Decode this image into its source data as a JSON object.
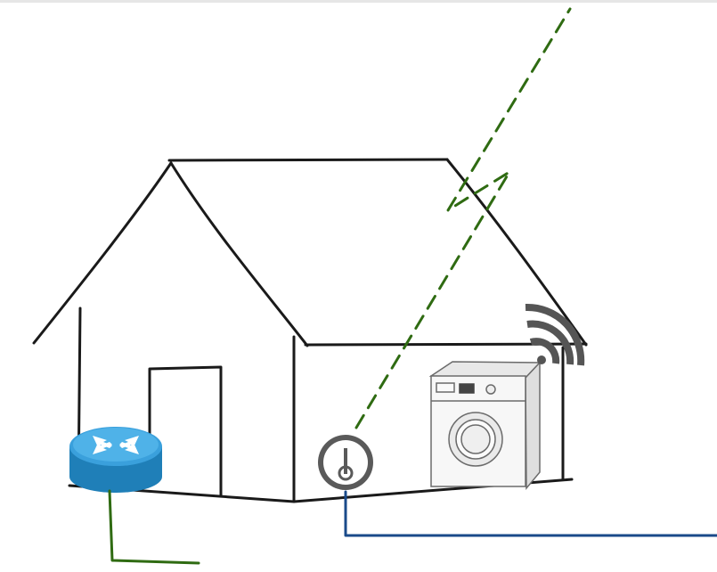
{
  "diagram": {
    "nodes": [
      {
        "id": "house",
        "icon": "house-sketch-icon"
      },
      {
        "id": "router",
        "icon": "router-icon"
      },
      {
        "id": "smart-meter",
        "icon": "smart-meter-icon"
      },
      {
        "id": "washing-machine",
        "icon": "washing-machine-icon"
      },
      {
        "id": "wireless-signal",
        "icon": "wifi-signal-icon"
      }
    ],
    "links": [
      {
        "from": "smart-meter",
        "to": "external",
        "style": "dashed",
        "color": "#2f6b12",
        "label": ""
      },
      {
        "from": "router",
        "to": "external",
        "style": "solid",
        "color": "#2f6b12",
        "label": ""
      },
      {
        "from": "smart-meter",
        "to": "external",
        "style": "solid",
        "color": "#1a4a8a",
        "label": ""
      }
    ]
  },
  "colors": {
    "sketch": "#1a1a1a",
    "dashed_link": "#2f6b12",
    "router_top": "#3aa0dc",
    "router_side": "#1f7fb8",
    "meter": "#5a5a5a",
    "wifi": "#555555",
    "blue_link": "#1a4a8a"
  }
}
